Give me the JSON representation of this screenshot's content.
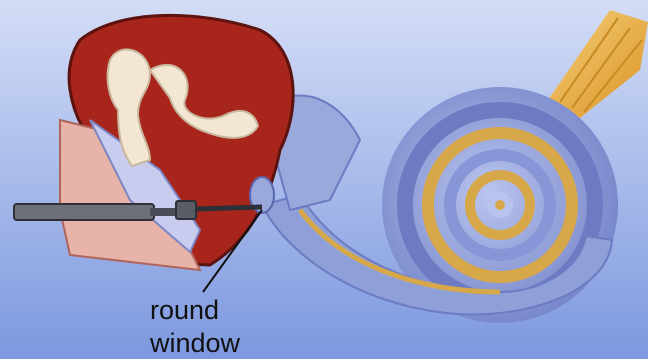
{
  "figure": {
    "structures": [
      "ossicles",
      "middle-ear-cavity",
      "oval-window",
      "round-window",
      "electrode",
      "cochlea",
      "auditory-nerve"
    ],
    "colors": {
      "background_top": "#c9d6f4",
      "background_bottom": "#7f9be0",
      "cochlea": "#8f9fd8",
      "scala": "#d6a84a",
      "cavity": "#a8251c",
      "ossicles": "#f3e6d2",
      "nerve": "#e9ad3c",
      "electrode": "#4a4d57"
    }
  },
  "annotation": {
    "line1": "round",
    "line2": "window"
  }
}
